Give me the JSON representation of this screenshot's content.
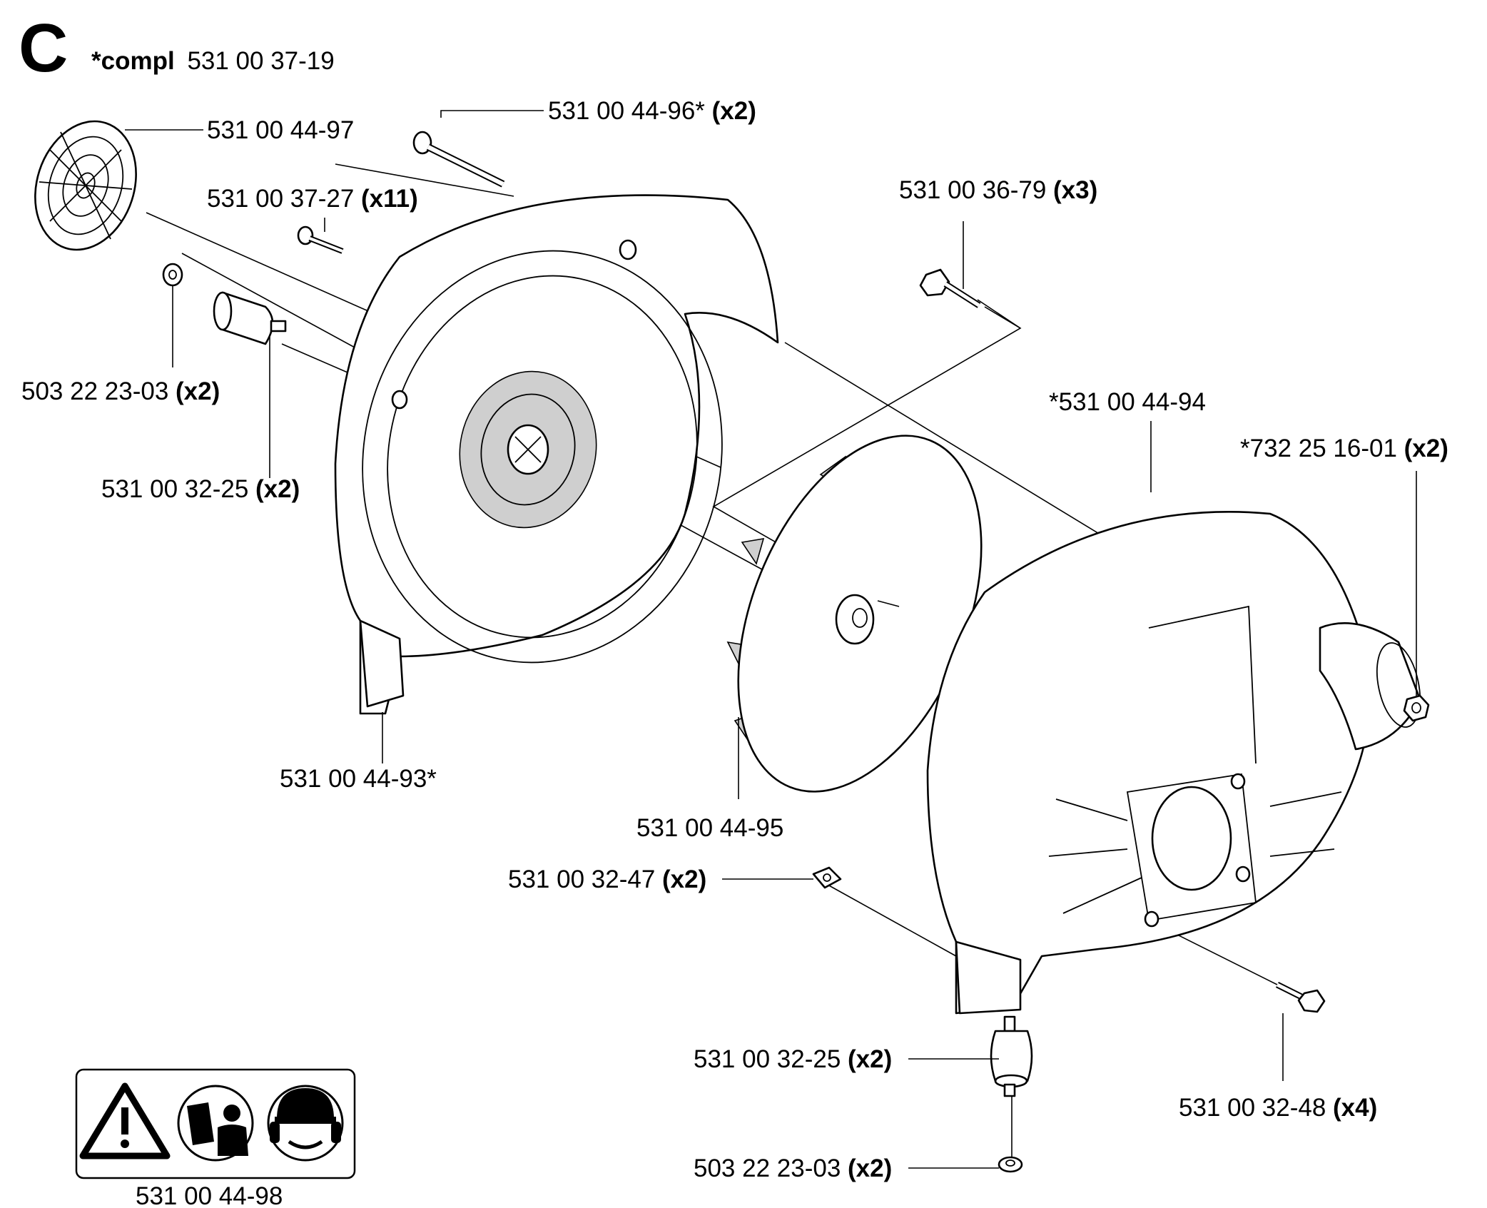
{
  "section_letter": "C",
  "header": {
    "prefix": "*compl",
    "number": "531 00 37-19"
  },
  "labels": {
    "fan_grille": {
      "number": "531 00 44-97",
      "qty": ""
    },
    "long_screw": {
      "number": "531 00 44-96*",
      "qty": "(x2)"
    },
    "screw_x11": {
      "number": "531 00 37-27",
      "qty": "(x11)"
    },
    "screw_x3": {
      "number": "531 00 36-79",
      "qty": "(x3)"
    },
    "washer_left": {
      "number": "503 22 23-03",
      "qty": "(x2)"
    },
    "damper_left": {
      "number": "531 00 32-25",
      "qty": "(x2)"
    },
    "rear_housing": {
      "number": "*531 00 44-94",
      "qty": ""
    },
    "nut_right": {
      "number": "*732 25 16-01",
      "qty": "(x2)"
    },
    "front_housing": {
      "number": "531 00 44-93*",
      "qty": ""
    },
    "fan_wheel": {
      "number": "531 00 44-95",
      "qty": ""
    },
    "square_nut": {
      "number": "531 00 32-47",
      "qty": "(x2)"
    },
    "damper_bottom": {
      "number": "531 00 32-25",
      "qty": "(x2)"
    },
    "screw_x4": {
      "number": "531 00 32-48",
      "qty": "(x4)"
    },
    "washer_bottom": {
      "number": "503 22 23-03",
      "qty": "(x2)"
    },
    "warning_decal": {
      "number": "531 00 44-98",
      "qty": ""
    }
  }
}
